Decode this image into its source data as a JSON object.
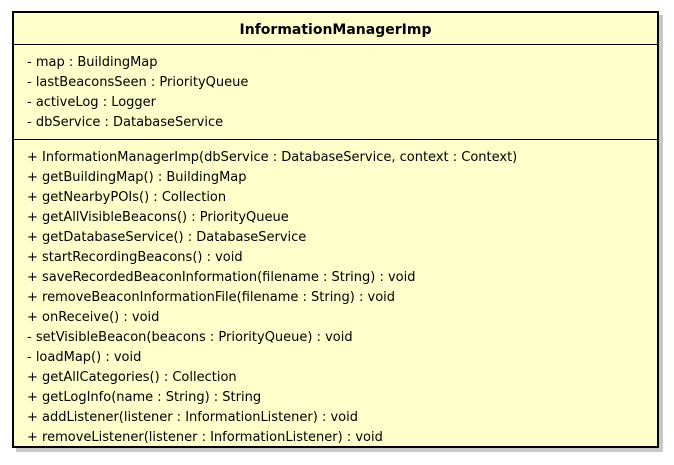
{
  "class_box": {
    "name": "InformationManagerImp",
    "attributes": [
      "- map : BuildingMap",
      "- lastBeaconsSeen : PriorityQueue",
      "- activeLog : Logger",
      "- dbService : DatabaseService"
    ],
    "operations": [
      "+ InformationManagerImp(dbService : DatabaseService, context : Context)",
      "+ getBuildingMap() : BuildingMap",
      "+ getNearbyPOIs() : Collection",
      "+ getAllVisibleBeacons() : PriorityQueue",
      "+ getDatabaseService() : DatabaseService",
      "+ startRecordingBeacons() : void",
      "+ saveRecordedBeaconInformation(filename : String) : void",
      "+ removeBeaconInformationFile(filename : String) : void",
      "+ onReceive() : void",
      "- setVisibleBeacon(beacons : PriorityQueue) : void",
      "- loadMap() : void",
      "+ getAllCategories() : Collection",
      "+ getLogInfo(name : String) : String",
      "+ addListener(listener : InformationListener) : void",
      "+ removeListener(listener : InformationListener) : void"
    ]
  },
  "colors": {
    "box_fill": "#ffffcc",
    "border": "#000000",
    "shadow": "#c8c8c8"
  }
}
